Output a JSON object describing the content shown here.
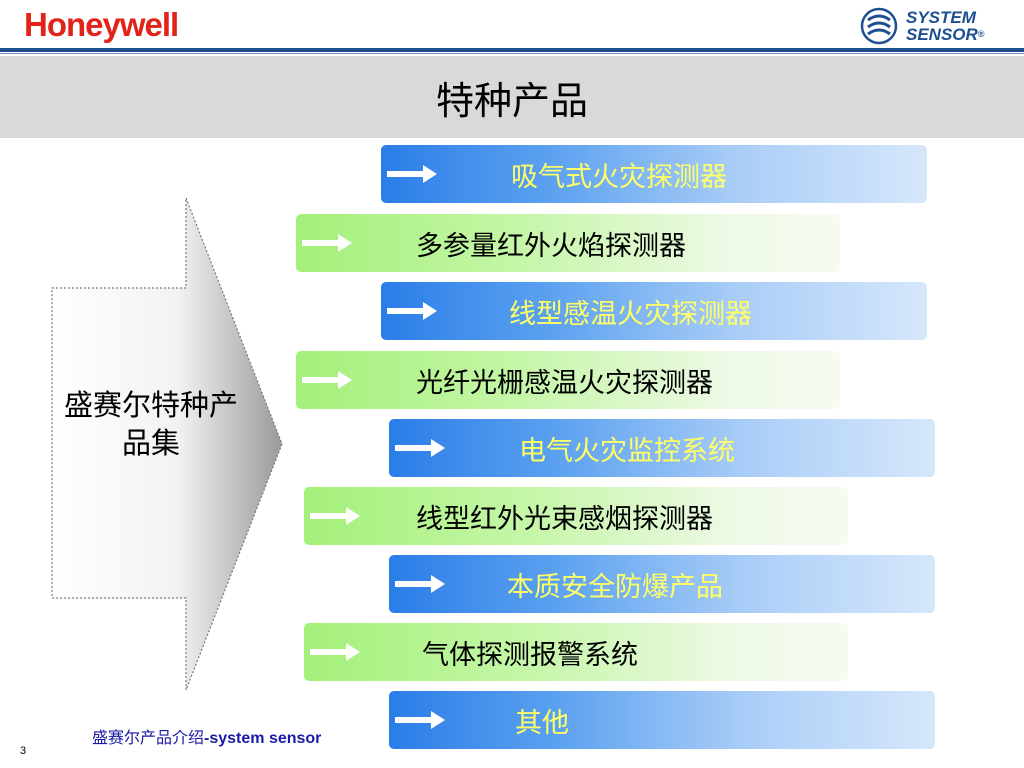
{
  "header": {
    "brand_left": "Honeywell",
    "brand_right_line1": "SYSTEM",
    "brand_right_line2": "SENSOR",
    "brand_right_mark": "®"
  },
  "title": "特种产品",
  "arrow_label": "盛赛尔特种产品集",
  "products": [
    {
      "label": "吸气式火灾探测器",
      "style": "blue"
    },
    {
      "label": "多参量红外火焰探测器",
      "style": "green"
    },
    {
      "label": "线型感温火灾探测器",
      "style": "blue"
    },
    {
      "label": "光纤光栅感温火灾探测器",
      "style": "green"
    },
    {
      "label": "电气火灾监控系统",
      "style": "blue"
    },
    {
      "label": "线型红外光束感烟探测器",
      "style": "green"
    },
    {
      "label": "本质安全防爆产品",
      "style": "blue"
    },
    {
      "label": "气体探测报警系统",
      "style": "green"
    },
    {
      "label": "其他",
      "style": "blue"
    }
  ],
  "footer": {
    "text_cn": "盛赛尔产品介绍",
    "text_en": "-system sensor",
    "page_number": "3"
  },
  "colors": {
    "brand_red": "#e2231a",
    "brand_blue": "#1d4f91",
    "blue_label": "#ffff66",
    "footer_text": "#1a1aa6"
  }
}
